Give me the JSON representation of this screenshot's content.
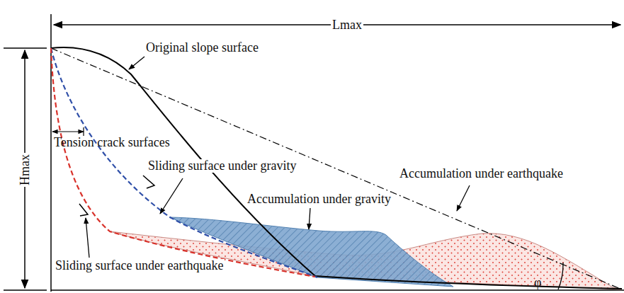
{
  "diagram": {
    "labels": [
      "Lmax",
      "Hmax",
      "Original slope surface",
      "Tension crack surfaces",
      "Sliding surface under gravity",
      "Accumulation under gravity",
      "Accumulation under earthquake",
      "Sliding surface under earthquake",
      "φ"
    ]
  }
}
